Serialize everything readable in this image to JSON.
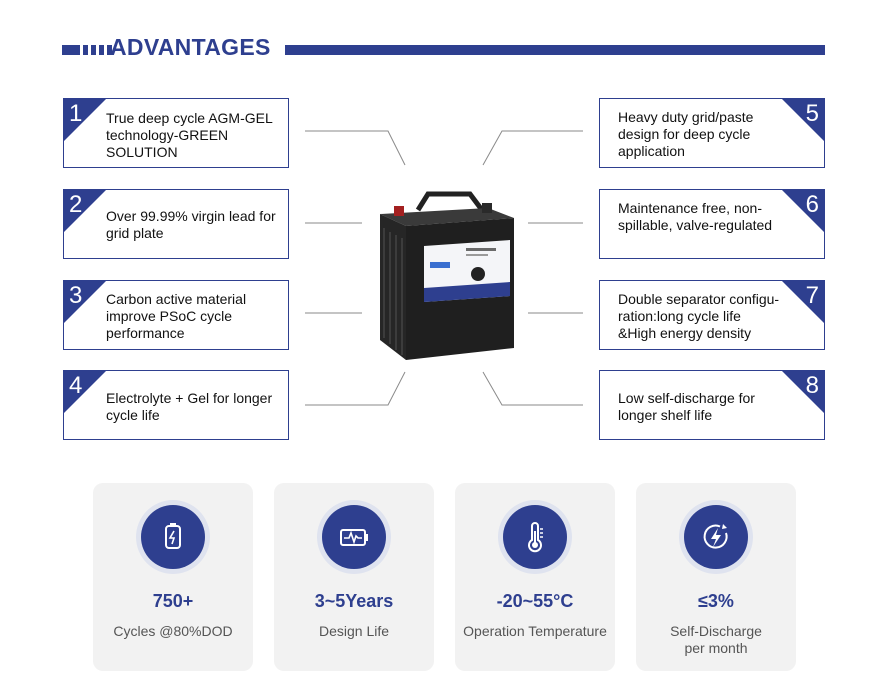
{
  "header": {
    "title": "ADVANTAGES"
  },
  "features": [
    {
      "number": "1",
      "text": "True deep cycle AGM-GEL technology-GREEN SOLUTION"
    },
    {
      "number": "2",
      "text": "Over 99.99% virgin lead for grid plate"
    },
    {
      "number": "3",
      "text": "Carbon active material improve PSoC cycle performance"
    },
    {
      "number": "4",
      "text": "Electrolyte + Gel for longer cycle life"
    },
    {
      "number": "5",
      "text": "Heavy duty grid/paste design for deep cycle application"
    },
    {
      "number": "6",
      "text": "Maintenance free, non-spillable, valve-regulated"
    },
    {
      "number": "7",
      "text": "Double separator configu-ration:long cycle life &High energy density"
    },
    {
      "number": "8",
      "text": "Low self-discharge for longer shelf life"
    }
  ],
  "stats": [
    {
      "icon": "battery-icon",
      "value": "750+",
      "label": "Cycles @80%DOD"
    },
    {
      "icon": "battery-pulse-icon",
      "value": "3~5Years",
      "label": "Design Life"
    },
    {
      "icon": "thermometer-icon",
      "value": "-20~55°C",
      "label": "Operation Temperature"
    },
    {
      "icon": "lightning-icon",
      "value": "≤3%",
      "label": "Self-Discharge per month"
    }
  ],
  "colors": {
    "accent": "#2e3f8f",
    "panel": "#f2f2f2"
  }
}
